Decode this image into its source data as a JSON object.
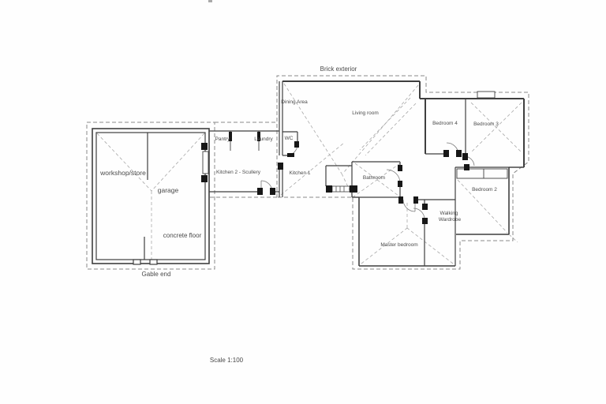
{
  "plan": {
    "annotations": {
      "brick_exterior": "Brick exterior",
      "gable_end": "Gable end",
      "scale": "Scale 1:100"
    },
    "rooms": {
      "workshop": "workshop/store",
      "garage": "garage",
      "concrete_floor": "concrete floor",
      "pantry": "Pantry",
      "laundry": "Laundry",
      "wc": "WC",
      "kitchen2": "Kitchen 2 - Scullery",
      "kitchen1": "Kitchen 1",
      "dining": "Dining Area",
      "living": "Living room",
      "bedroom4": "Bedroom 4",
      "bedroom3": "Bedroom 3",
      "bedroom2": "Bedroom 2",
      "bathroom": "Bathroom",
      "walk_in_wardrobe_line1": "Walking",
      "walk_in_wardrobe_line2": "Wardrobe",
      "master": "Master bedroom"
    },
    "colors": {
      "wall": "#3f3f3f",
      "boundary_dash": "#8a8a8a",
      "roof_dash": "#a8a8a8",
      "label": "#4a4a4a",
      "paper": "#fefefe"
    }
  }
}
